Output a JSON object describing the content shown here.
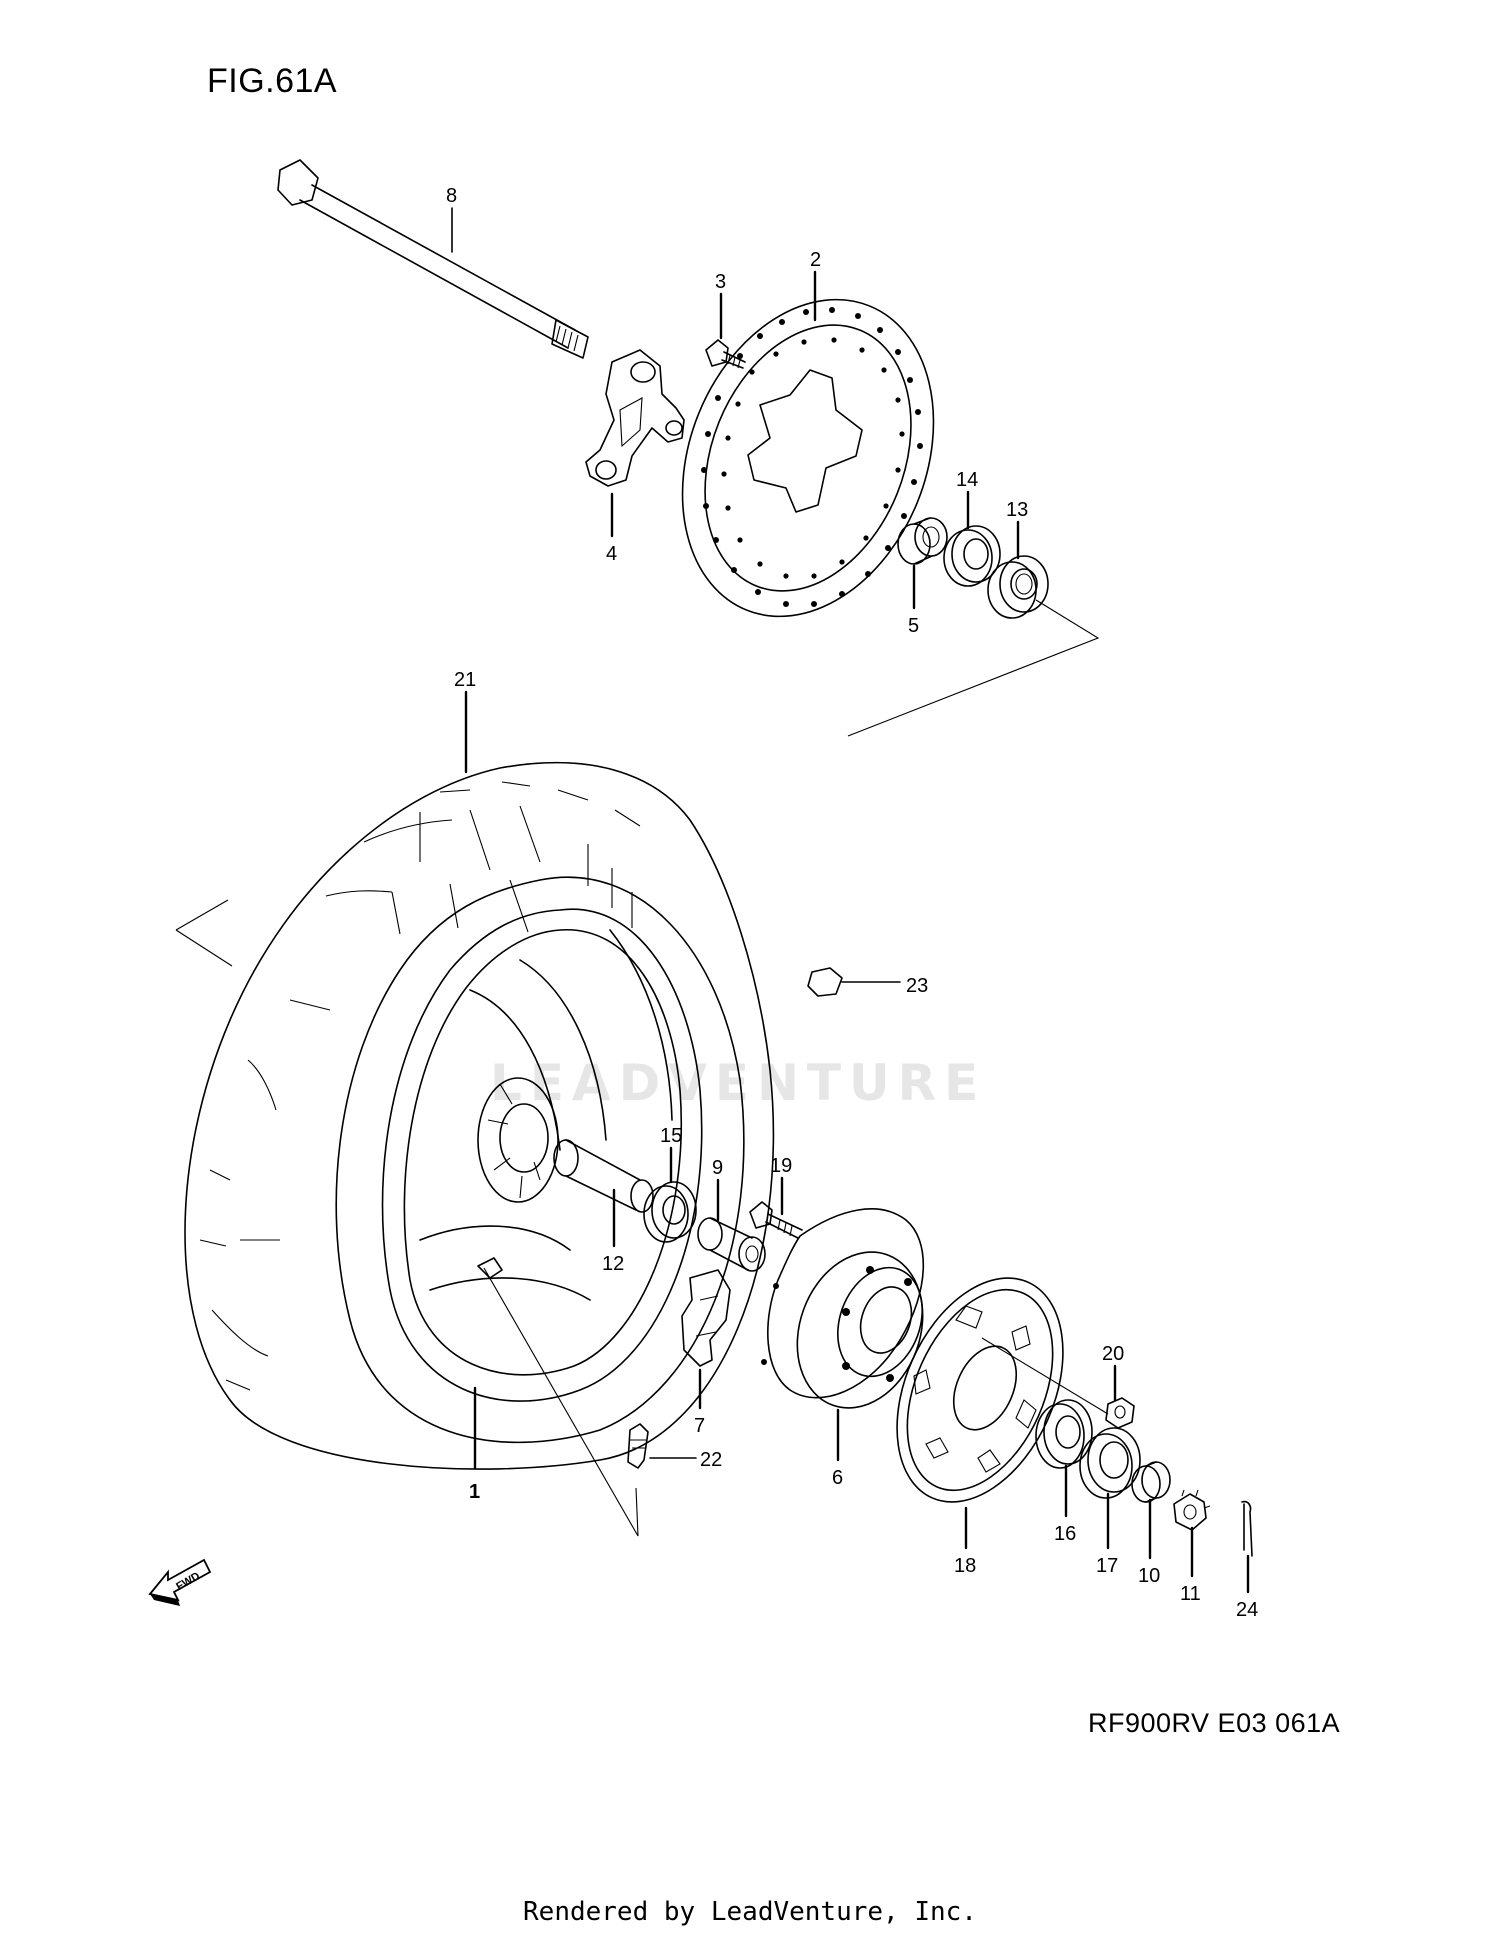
{
  "figure": {
    "title": "FIG.61A",
    "drawing_code": "RF900RV E03  061A",
    "render_credit": "Rendered by LeadVenture, Inc.",
    "watermark": "LEADVENTURE"
  },
  "callouts": [
    {
      "id": "1",
      "label": "1"
    },
    {
      "id": "2",
      "label": "2"
    },
    {
      "id": "3",
      "label": "3"
    },
    {
      "id": "4",
      "label": "4"
    },
    {
      "id": "5",
      "label": "5"
    },
    {
      "id": "6",
      "label": "6"
    },
    {
      "id": "7",
      "label": "7"
    },
    {
      "id": "8",
      "label": "8"
    },
    {
      "id": "9",
      "label": "9"
    },
    {
      "id": "10",
      "label": "10"
    },
    {
      "id": "11",
      "label": "11"
    },
    {
      "id": "12",
      "label": "12"
    },
    {
      "id": "13",
      "label": "13"
    },
    {
      "id": "14",
      "label": "14"
    },
    {
      "id": "15",
      "label": "15"
    },
    {
      "id": "16",
      "label": "16"
    },
    {
      "id": "17",
      "label": "17"
    },
    {
      "id": "18",
      "label": "18"
    },
    {
      "id": "19",
      "label": "19"
    },
    {
      "id": "20",
      "label": "20"
    },
    {
      "id": "21",
      "label": "21"
    },
    {
      "id": "22",
      "label": "22"
    },
    {
      "id": "23",
      "label": "23"
    },
    {
      "id": "24",
      "label": "24"
    }
  ],
  "fwd_arrow": {
    "label": "FWD",
    "icon": "fwd-arrow-icon"
  }
}
